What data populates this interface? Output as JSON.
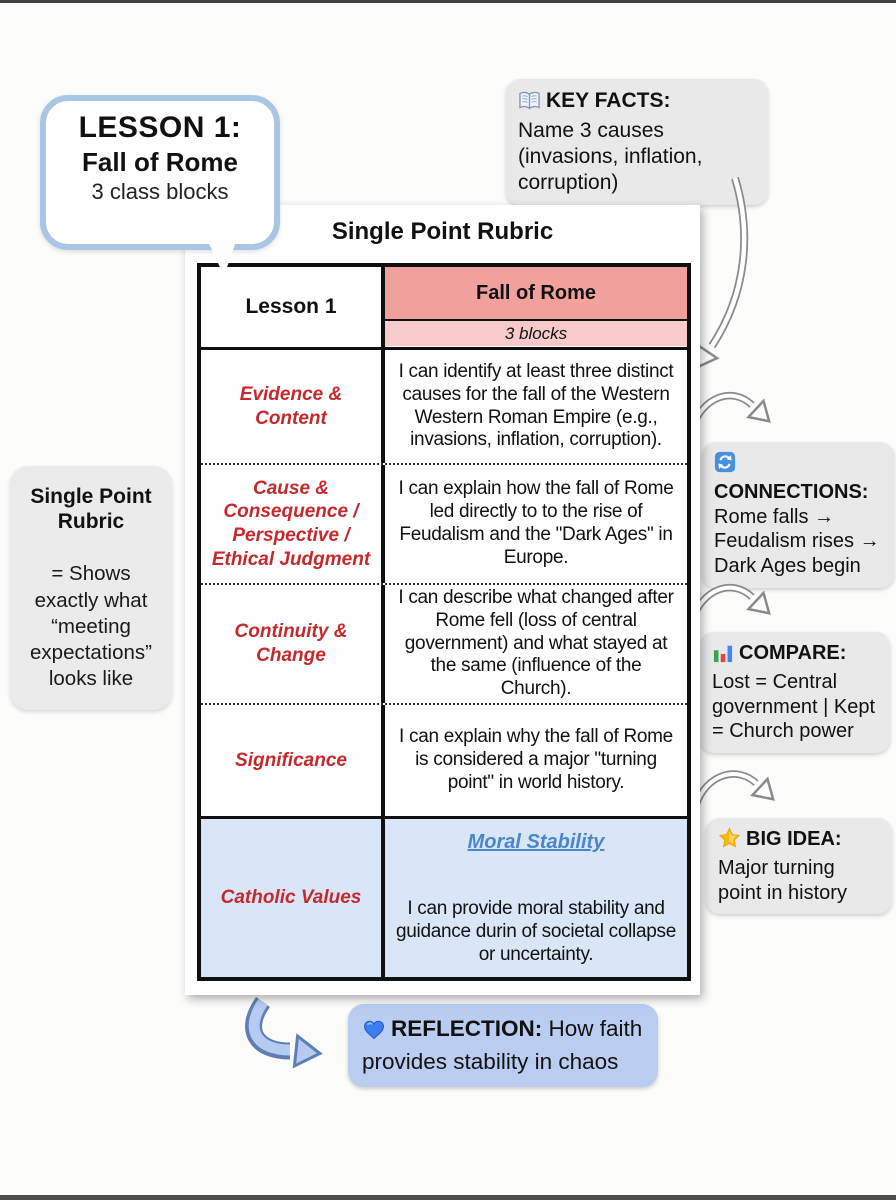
{
  "lesson_bubble": {
    "title": "LESSON 1:",
    "subtitle": "Fall of Rome",
    "detail": "3 class blocks"
  },
  "key_facts": {
    "icon": "book-icon",
    "label": "KEY FACTS:",
    "text": "Name 3 causes (invasions, inflation, corruption)"
  },
  "rubric_note": {
    "title": "Single Point Rubric",
    "body": "= Shows exactly what “meeting expectations” looks like"
  },
  "rubric_table": {
    "title": "Single Point Rubric",
    "header": {
      "left": "Lesson 1",
      "topic": "Fall of Rome",
      "blocks": "3 blocks"
    },
    "rows": [
      {
        "criterion": "Evidence & Content",
        "descriptor": "I can identify at least three distinct causes for the fall of the Western Western Roman Empire (e.g., invasions, inflation, corruption)."
      },
      {
        "criterion": "Cause & Consequence / Perspective / Ethical Judgment",
        "descriptor": "I can explain how the fall of Rome led directly to to the rise of Feudalism and the \"Dark Ages\" in Europe."
      },
      {
        "criterion": "Continuity & Change",
        "descriptor": "I can describe what changed after Rome fell (loss of central government) and what stayed at the same (influence of the Church)."
      },
      {
        "criterion": "Significance",
        "descriptor": "I can explain why the fall of Rome is considered a major \"turning point\" in world history."
      },
      {
        "criterion": "Catholic Values",
        "link": "Moral Stability",
        "descriptor": "I can provide moral stability and guidance durin of societal collapse or uncertainty."
      }
    ]
  },
  "connections": {
    "icon": "sync-icon",
    "label": "CONNECTIONS:",
    "lines": "Rome falls →\nFeudalism rises →\nDark Ages begin"
  },
  "compare": {
    "icon": "bar-chart-icon",
    "label": "COMPARE:",
    "text": "Lost = Central government | Kept = Church power"
  },
  "big_idea": {
    "icon": "star-icon",
    "label": "BIG IDEA:",
    "text": "Major turning point in history"
  },
  "reflection": {
    "icon": "blue-heart-icon",
    "label": "REFLECTION:",
    "text": "How faith provides stability in chaos"
  },
  "colors": {
    "header_salmon": "#f0a19c",
    "header_light_pink": "#f7cbc9",
    "catholic_row_blue": "#d9e6f8",
    "criterion_red": "#c5292d",
    "link_blue": "#4a86c9",
    "bubble_border_blue": "#a9c6e5",
    "reflection_blue": "#b9cdf1",
    "callout_gray": "#e9e9e9"
  }
}
